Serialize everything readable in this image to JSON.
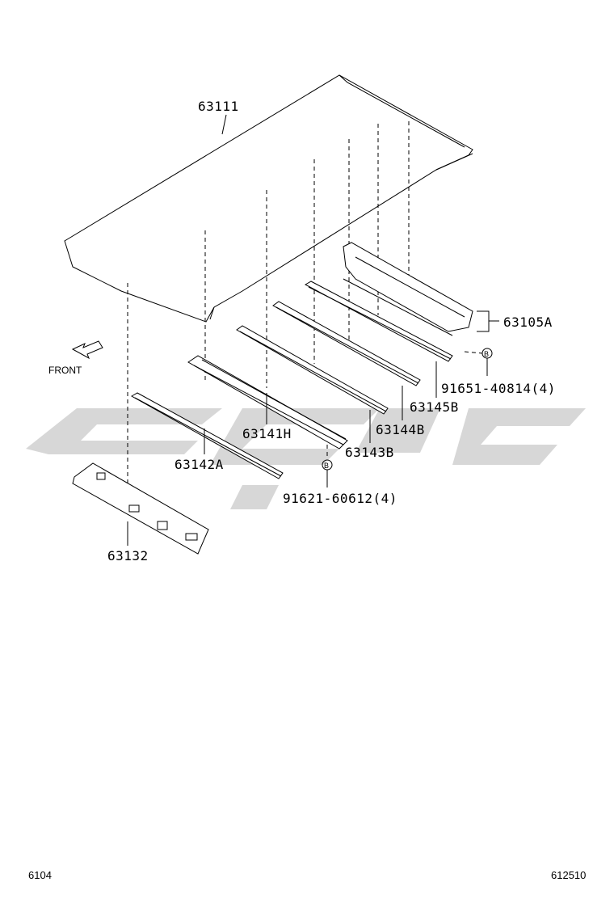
{
  "diagram": {
    "front_label": "FRONT",
    "callout_b": "B",
    "parts": {
      "roof_panel": "63111",
      "rear_panel": "63105A",
      "bolt_rear": "91651-40814(4)",
      "bow_1": "63145B",
      "bow_2": "63144B",
      "bow_3": "63143B",
      "bow_center": "63141H",
      "bow_front": "63142A",
      "bolt_center": "91621-60612(4)",
      "front_header": "63132"
    }
  },
  "footer": {
    "left": "6104",
    "right": "612510"
  },
  "colors": {
    "line": "#000000",
    "watermark": "#d7d7d7"
  }
}
